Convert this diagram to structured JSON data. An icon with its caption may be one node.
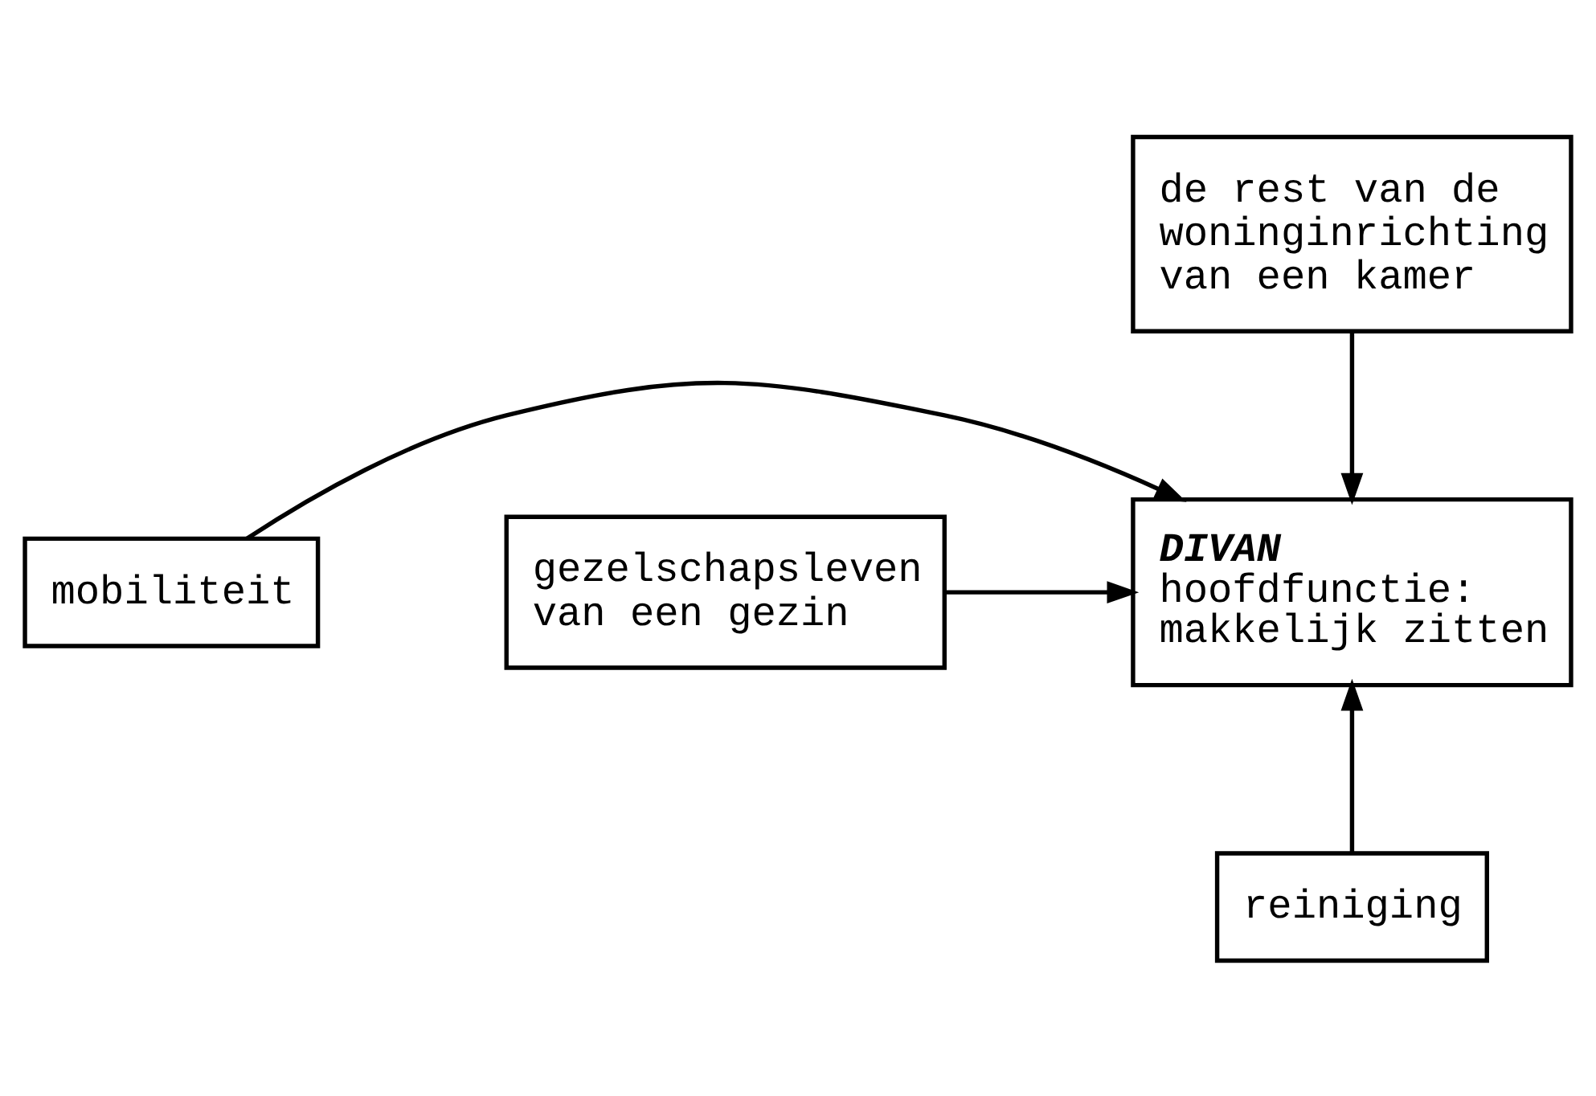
{
  "diagram": {
    "nodes": [
      {
        "text": [
          "de rest van de woninginrichting van een kamer"
        ]
      },
      {
        "text": [
          "mobiliteit"
        ]
      },
      {
        "text": [
          "DIVAN",
          "hoofdfunctie: makkelijk zitten"
        ]
      },
      {
        "text": [
          "gezelschapsleven van een gezin"
        ]
      },
      {
        "text": [
          "reiniging"
        ]
      }
    ],
    "edges": [
      {
        "from": 0,
        "to": 2,
        "arrow": "to"
      },
      {
        "from": 1,
        "to": 2,
        "arrow": "to"
      },
      {
        "from": 3,
        "to": 2,
        "arrow": "to"
      },
      {
        "from": 4,
        "to": 2,
        "arrow": "to"
      }
    ]
  }
}
